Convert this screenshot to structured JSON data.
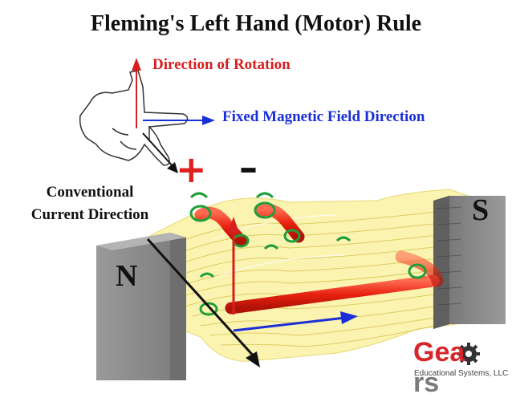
{
  "title": "Fleming's Left Hand (Motor) Rule",
  "labels": {
    "rotation": "Direction of Rotation",
    "field": "Fixed Magnetic Field Direction",
    "current_line1": "Conventional",
    "current_line2": "Current Direction"
  },
  "terminals": {
    "positive": "+",
    "negative": "–"
  },
  "poles": {
    "north": "N",
    "south": "S"
  },
  "logo": {
    "word_a": "Ge",
    "word_b": "a",
    "word_c": "rs",
    "tagline": "Educational Systems, LLC"
  },
  "colors": {
    "rotation_arrow": "#d81f1f",
    "field_arrow": "#1a2fd8",
    "current_arrow": "#111111",
    "conductor": "#ee2a1a",
    "field_lines": "#f2e36a",
    "flux_loops": "#1f9e3a",
    "magnet": "#8c8c8c"
  }
}
